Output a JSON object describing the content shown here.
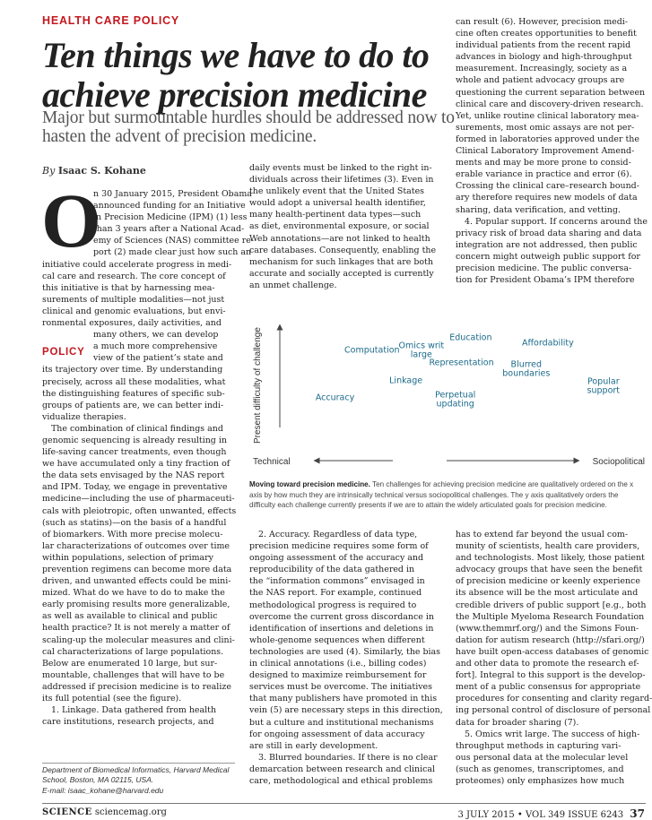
{
  "section_kicker": "HEALTH CARE POLICY",
  "headline": "Ten things we have to do to achieve precision medicine",
  "dek": "Major but surmountable hurdles should be addressed now to hasten the advent of precision medicine.",
  "byline": {
    "by": "By",
    "author": "Isaac S. Kohane"
  },
  "dropcap": "O",
  "policy_tag": "POLICY",
  "columns": {
    "col1": [
      "n 30 January 2015, President Obama",
      "announced funding for an Initiative",
      "in Precision Medicine (IPM) (1) less",
      "than 3 years after a National Acad-",
      "emy of Sciences (NAS) committee re-",
      "port (2) made clear just how such an",
      "initiative could accelerate progress in medi-",
      "cal care and research. The core concept of",
      "this initiative is that by harnessing mea-",
      "surements of multiple modalities—not just",
      "clinical and genomic evaluations, but envi-",
      "ronmental exposures, daily activities, and",
      "many others, we can develop",
      "a much more comprehensive",
      "view of the patient’s state and",
      "its trajectory over time. By understanding",
      "precisely, across all these modalities, what",
      "the distinguishing features of specific sub-",
      "groups of patients are, we can better indi-",
      "vidualize therapies.",
      "The combination of clinical findings and",
      "genomic sequencing is already resulting in",
      "life-saving cancer treatments, even though",
      "we have accumulated only a tiny fraction of",
      "the data sets envisaged by the NAS report",
      "and IPM. Today, we engage in preventative",
      "medicine—including the use of pharmaceuti-",
      "cals with pleiotropic, often unwanted, effects",
      "(such as statins)—on the basis of a handful",
      "of biomarkers. With more precise molecu-",
      "lar characterizations of outcomes over time",
      "within populations, selection of primary",
      "prevention regimens can become more data",
      "driven, and unwanted effects could be mini-",
      "mized. What do we have to do to make the",
      "early promising results more generalizable,",
      "as well as available to clinical and public",
      "health practice? It is not merely a matter of",
      "scaling-up the molecular measures and clini-",
      "cal characterizations of large populations.",
      "Below are enumerated 10 large, but sur-",
      "mountable, challenges that will have to be",
      "addressed if precision medicine is to realize",
      "its full potential (see the figure).",
      "1. Linkage. Data gathered from health",
      "care institutions, research projects, and"
    ],
    "col2": [
      "daily events must be linked to the right in-",
      "dividuals across their lifetimes (3). Even in",
      "the unlikely event that the United States",
      "would adopt a universal health identifier,",
      "many health-pertinent data types—such",
      "as diet, environmental exposure, or social",
      "Web annotations—are not linked to health",
      "care databases. Consequently, enabling the",
      "mechanism for such linkages that are both",
      "accurate and socially accepted is currently",
      "an unmet challenge."
    ],
    "col3": [
      "can result (6). However, precision medi-",
      "cine often creates opportunities to benefit",
      "individual patients from the recent rapid",
      "advances in biology and high-throughput",
      "measurement. Increasingly, society as a",
      "whole and patient advocacy groups are",
      "questioning the current separation between",
      "clinical care and discovery-driven research.",
      "Yet, unlike routine clinical laboratory mea-",
      "surements, most omic assays are not per-",
      "formed in laboratories approved under the",
      "Clinical Laboratory Improvement Amend-",
      "ments and may be more prone to consid-",
      "erable variance in practice and error (6).",
      "Crossing the clinical care–research bound-",
      "ary therefore requires new models of data",
      "sharing, data verification, and vetting.",
      "4. Popular support. If concerns around the",
      "privacy risk of broad data sharing and data",
      "integration are not addressed, then public",
      "concern might outweigh public support for",
      "precision medicine. The public conversa-",
      "tion for President Obama’s IPM therefore"
    ],
    "col4": [
      "2. Accuracy. Regardless of data type,",
      "precision medicine requires some form of",
      "ongoing assessment of the accuracy and",
      "reproducibility of the data gathered in",
      "the “information commons” envisaged in",
      "the NAS report. For example, continued",
      "methodological progress is required to",
      "overcome the current gross discordance in",
      "identification of insertions and deletions in",
      "whole-genome sequences when different",
      "technologies are used (4). Similarly, the bias",
      "in clinical annotations (i.e., billing codes)",
      "designed to maximize reimbursement for",
      "services must be overcome. The initiatives",
      "that many publishers have promoted in this",
      "vein (5) are necessary steps in this direction,",
      "but a culture and institutional mechanisms",
      "for ongoing assessment of data accuracy",
      "are still in early development.",
      "3. Blurred boundaries. If there is no clear",
      "demarcation between research and clinical",
      "care, methodological and ethical problems"
    ],
    "col5": [
      "has to extend far beyond the usual com-",
      "munity of scientists, health care providers,",
      "and technologists. Most likely, those patient",
      "advocacy groups that have seen the benefit",
      "of precision medicine or keenly experience",
      "its absence will be the most articulate and",
      "credible drivers of public support [e.g., both",
      "the Multiple Myeloma Research Foundation",
      "(www.themmrf.org/) and the Simons Foun-",
      "dation for autism research (http://sfari.org/)",
      "have built open-access databases of genomic",
      "and other data to promote the research ef-",
      "fort]. Integral to this support is the develop-",
      "ment of a public consensus for appropriate",
      "procedures for consenting and clarity regard-",
      "ing personal control of disclosure of personal",
      "data for broader sharing (7).",
      "5. Omics writ large. The success of high-",
      "throughput methods in capturing vari-",
      "ous personal data at the molecular level",
      "(such as genomes, transcriptomes, and",
      "proteomes) only emphasizes how much"
    ]
  },
  "affiliation": [
    "Department of Biomedical Informatics, Harvard Medical",
    "School, Boston, MA 02115, USA.",
    "E-mail: isaac_kohane@harvard.edu"
  ],
  "figure": {
    "caption_title": "Moving toward precision medicine.",
    "caption_body": "Ten challenges for achieving precision medicine are qualitatively ordered on the x axis by how much they are intrinsically technical versus sociopolitical challenges. The y axis qualitatively orders the difficulty each challenge currently presents if we are to attain the widely articulated goals for precision medicine."
  },
  "chart_data": {
    "type": "scatter",
    "title": "",
    "xlabel": "",
    "ylabel": "Present difficulty of challenge",
    "x_axis_end_labels": [
      "Technical",
      "Sociopolitical"
    ],
    "xlim": [
      0,
      10
    ],
    "ylim": [
      0,
      10
    ],
    "points": [
      {
        "label": [
          "Computation"
        ],
        "x": 2.0,
        "y": 8.0
      },
      {
        "label": [
          "Omics writ",
          "large"
        ],
        "x": 3.6,
        "y": 8.0
      },
      {
        "label": [
          "Education"
        ],
        "x": 5.2,
        "y": 9.4
      },
      {
        "label": [
          "Affordability"
        ],
        "x": 7.7,
        "y": 8.8
      },
      {
        "label": [
          "Representation"
        ],
        "x": 4.9,
        "y": 6.6
      },
      {
        "label": [
          "Blurred",
          "boundaries"
        ],
        "x": 7.0,
        "y": 5.9
      },
      {
        "label": [
          "Linkage"
        ],
        "x": 3.1,
        "y": 4.6
      },
      {
        "label": [
          "Popular",
          "support"
        ],
        "x": 9.5,
        "y": 4.0
      },
      {
        "label": [
          "Accuracy"
        ],
        "x": 0.8,
        "y": 2.7
      },
      {
        "label": [
          "Perpetual",
          "updating"
        ],
        "x": 4.7,
        "y": 2.5
      }
    ],
    "grid": false,
    "legend": "none"
  },
  "footer": {
    "journal": "SCIENCE",
    "site": "sciencemag.org",
    "issue": "3 JULY 2015 • VOL 349 ISSUE 6243",
    "page": "37"
  }
}
